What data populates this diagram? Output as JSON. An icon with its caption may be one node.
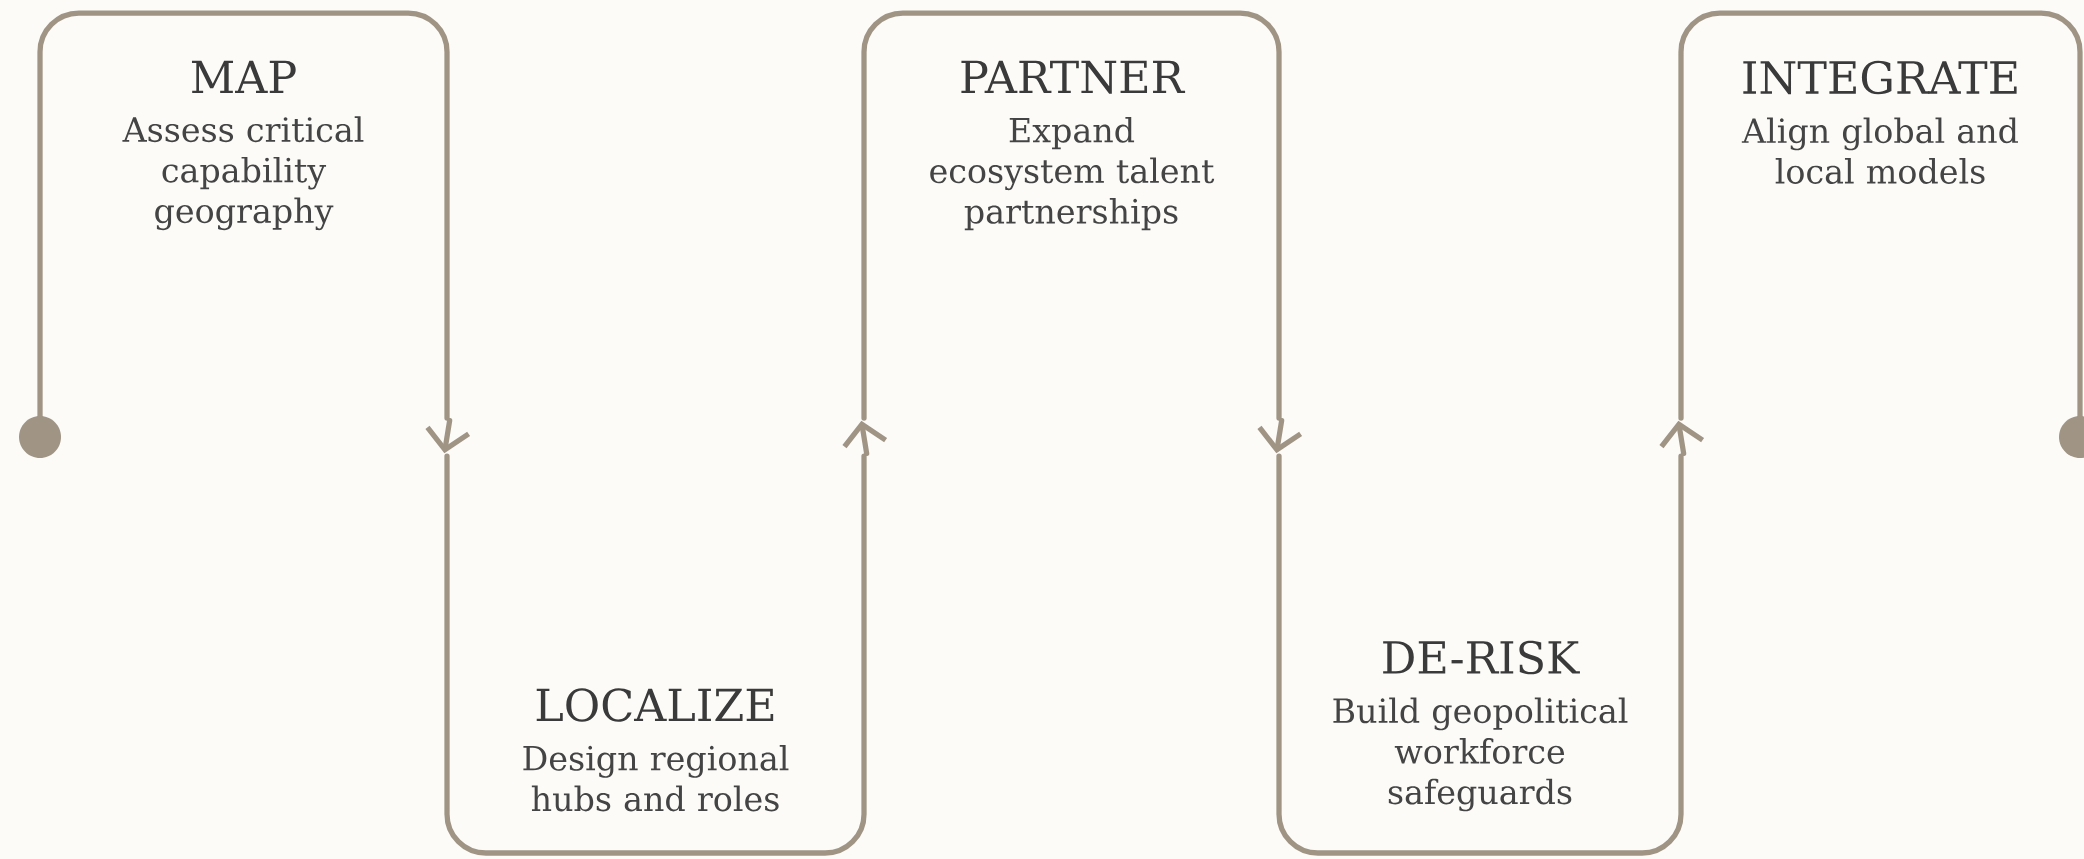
{
  "diagram": {
    "nodes": [
      {
        "text": [
          "MAP",
          "Assess critical capability geography"
        ]
      },
      {
        "text": [
          "LOCALIZE",
          "Design regional hubs and roles"
        ]
      },
      {
        "text": [
          "PARTNER",
          "Expand ecosystem talent partnerships"
        ]
      },
      {
        "text": [
          "DE-RISK",
          "Build geopolitical workforce safeguards"
        ]
      },
      {
        "text": [
          "INTEGRATE",
          "Align global and local models"
        ]
      }
    ],
    "edges": [
      {
        "from": 0,
        "to": 1,
        "arrow": "to"
      },
      {
        "from": 1,
        "to": 2,
        "arrow": "to"
      },
      {
        "from": 2,
        "to": 3,
        "arrow": "to"
      },
      {
        "from": 3,
        "to": 4,
        "arrow": "to"
      }
    ]
  }
}
